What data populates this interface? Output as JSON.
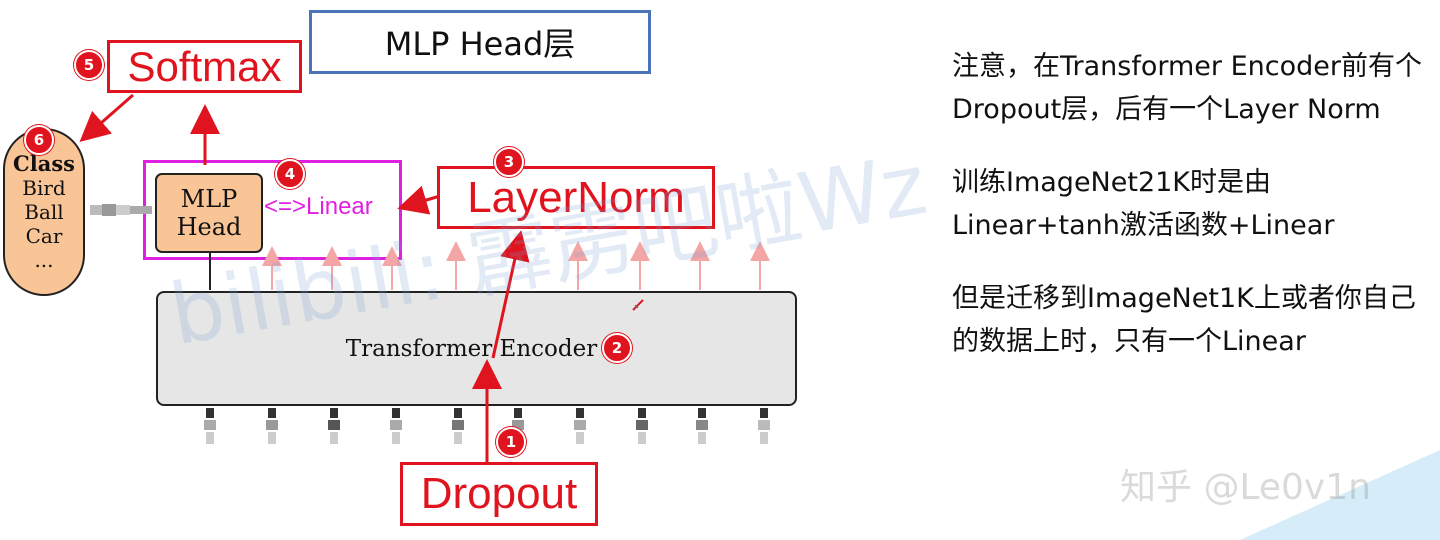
{
  "title": "MLP Head层",
  "labels": {
    "softmax": "Softmax",
    "layernorm": "LayerNorm",
    "dropout": "Dropout",
    "linear_equiv": "<=>Linear",
    "encoder": "Transformer Encoder",
    "mlp_head_line1": "MLP",
    "mlp_head_line2": "Head"
  },
  "class_box": {
    "heading": "Class",
    "items": [
      "Bird",
      "Ball",
      "Car",
      "..."
    ]
  },
  "badges": [
    "1",
    "2",
    "3",
    "4",
    "5",
    "6"
  ],
  "notes": [
    "注意，在Transformer Encoder前有个Dropout层，后有一个Layer Norm",
    "训练ImageNet21K时是由Linear+tanh激活函数+Linear",
    "但是迁移到ImageNet1K上或者你自己的数据上时，只有一个Linear"
  ],
  "watermarks": {
    "bilibili": "bilibili: 霹雳吧啦Wz",
    "zhihu": "知乎 @Le0v1n"
  },
  "colors": {
    "annotation_red": "#e0141e",
    "magenta": "#e020e0",
    "title_border": "#4a73b8",
    "class_fill": "#f9c596",
    "head_fill": "#f9c596",
    "encoder_fill": "#e6e6e6"
  }
}
